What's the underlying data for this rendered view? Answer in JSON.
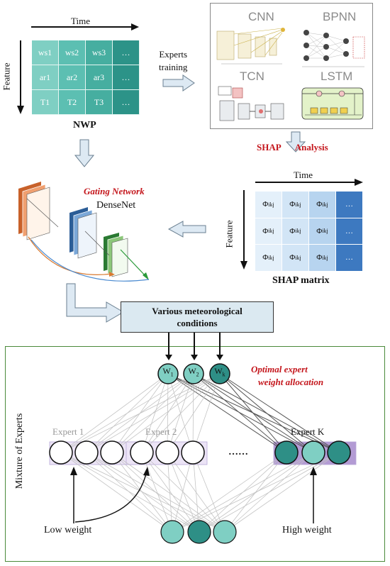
{
  "nwp": {
    "axis_x": "Time",
    "axis_y": "Feature",
    "cells": [
      [
        "ws1",
        "ws2",
        "ws3",
        "…"
      ],
      [
        "ar1",
        "ar2",
        "ar3",
        "…"
      ],
      [
        "T1",
        "T2",
        "T3",
        "…"
      ]
    ],
    "label": "NWP"
  },
  "experts_training": {
    "line1": "Experts",
    "line2": "training"
  },
  "models": {
    "cnn": "CNN",
    "bpnn": "BPNN",
    "tcn": "TCN",
    "lstm": "LSTM"
  },
  "shap_analysis": {
    "word1": "SHAP",
    "word2": "Analysis"
  },
  "shap_matrix": {
    "axis_x": "Time",
    "axis_y": "Feature",
    "cell_text": "Φ",
    "cell_sub": "ikj",
    "dots": "…",
    "label": "SHAP matrix"
  },
  "gating": {
    "title": "Gating Network",
    "subtitle": "DenseNet"
  },
  "conditions": {
    "line1": "Various meteorological",
    "line2": "conditions"
  },
  "moe": {
    "side_label": "Mixture of Experts",
    "optimal_line1": "Optimal expert",
    "optimal_line2": "weight allocation",
    "weights": [
      {
        "base": "W",
        "sub": "1"
      },
      {
        "base": "W",
        "sub": "2"
      },
      {
        "base": "W",
        "sub": "k"
      }
    ],
    "experts": [
      "Expert 1",
      "Expert 2",
      "Expert K"
    ],
    "ellipsis": "……",
    "low_weight": "Low weight",
    "high_weight": "High weight"
  }
}
